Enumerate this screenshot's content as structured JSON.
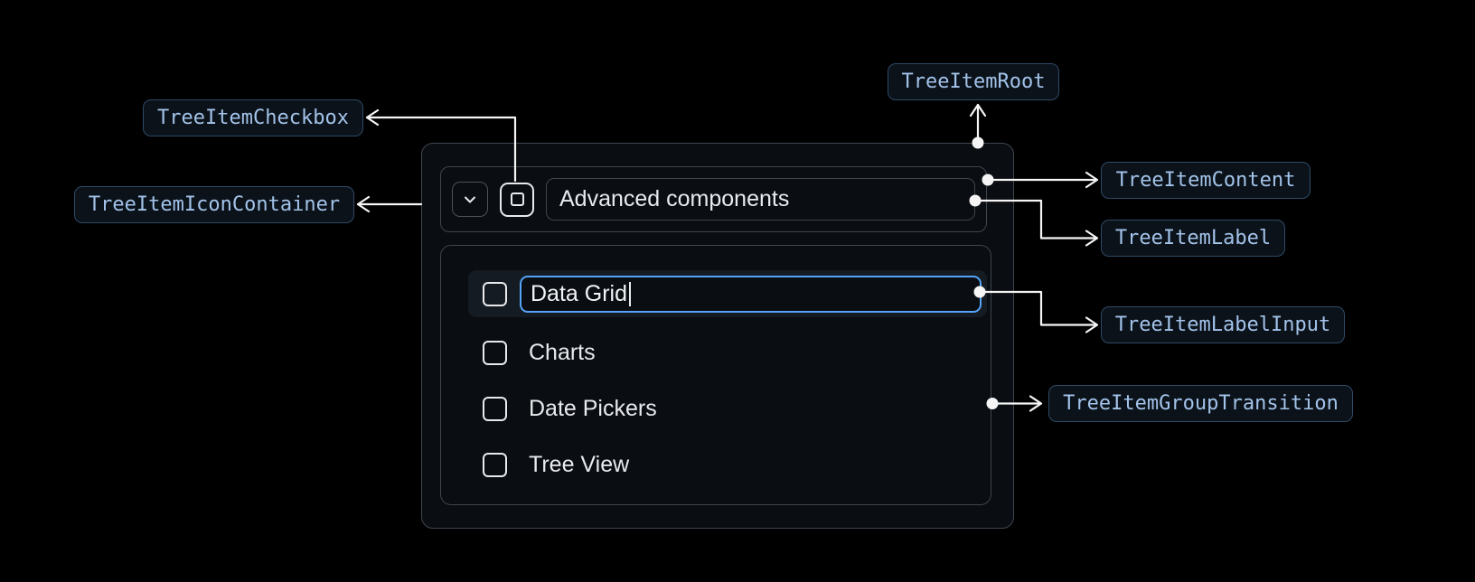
{
  "annotations": {
    "root": "TreeItemRoot",
    "content": "TreeItemContent",
    "label": "TreeItemLabel",
    "label_input": "TreeItemLabelInput",
    "group_transition": "TreeItemGroupTransition",
    "checkbox": "TreeItemCheckbox",
    "icon_container": "TreeItemIconContainer"
  },
  "tree": {
    "parent": {
      "label": "Advanced components"
    },
    "editing_item": {
      "value": "Data Grid"
    },
    "items": [
      {
        "label": "Charts"
      },
      {
        "label": "Date Pickers"
      },
      {
        "label": "Tree View"
      }
    ]
  },
  "icons": {
    "expand_icon": "chevron-down-icon",
    "parent_checkbox_state": "indeterminate"
  },
  "colors": {
    "background": "#000000",
    "component_border": "#3e464e",
    "component_bg": "#0a0d12",
    "annotation_text": "#a3c3ea",
    "annotation_border": "#2f4a66",
    "annotation_bg": "#0b1219",
    "connector": "#f5f5f5",
    "focus_ring": "#54a4f7",
    "text": "#e8eaed",
    "row_highlight": "#151b22"
  }
}
